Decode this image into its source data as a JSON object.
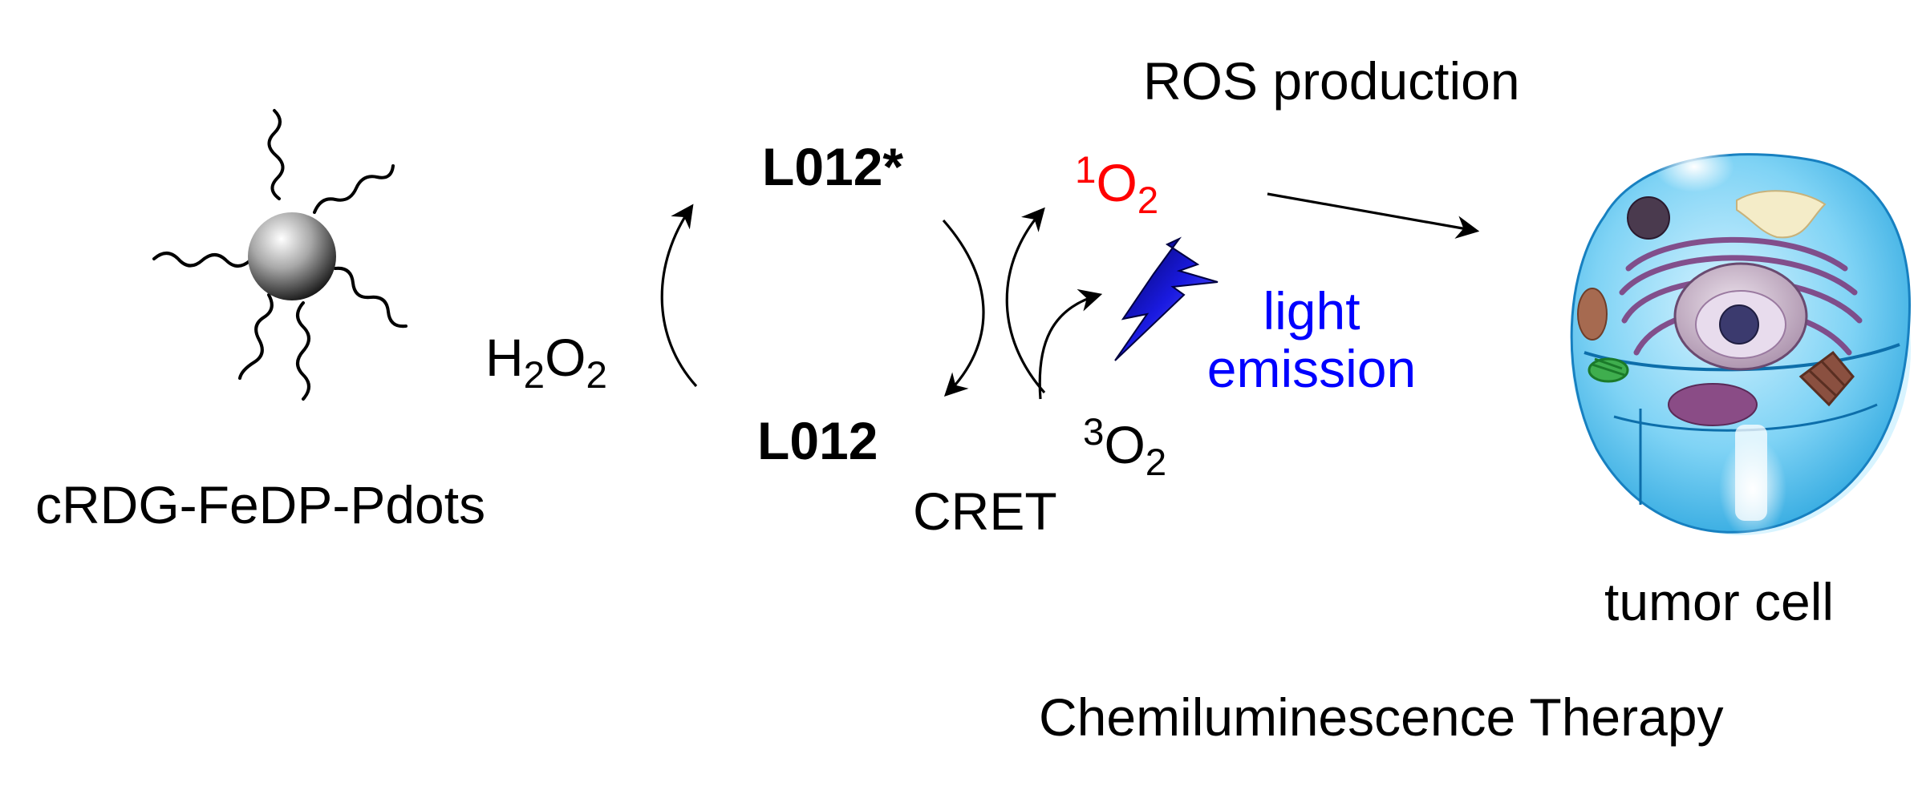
{
  "labels": {
    "nanoparticle": "cRDG-FeDP-Pdots",
    "h2o2": {
      "a": "H",
      "a_sub": "2",
      "b": "O",
      "b_sub": "2"
    },
    "excited_state": "L012*",
    "ground_state": "L012",
    "singlet_oxygen": {
      "sup": "1",
      "main": "O",
      "sub": "2"
    },
    "triplet_oxygen": {
      "sup": "3",
      "main": "O",
      "sub": "2"
    },
    "cret": "CRET",
    "light_emission": {
      "line1": "light",
      "line2": "emission"
    },
    "ros": "ROS production",
    "cell": "tumor cell",
    "therapy": "Chemiluminescence Therapy"
  },
  "colors": {
    "singlet_oxygen": "#ff0000",
    "light_emission": "#0000ff",
    "arrow": "#000000",
    "lightning_bolt": "#1414e6",
    "cell_body": "#4fc3f0"
  }
}
